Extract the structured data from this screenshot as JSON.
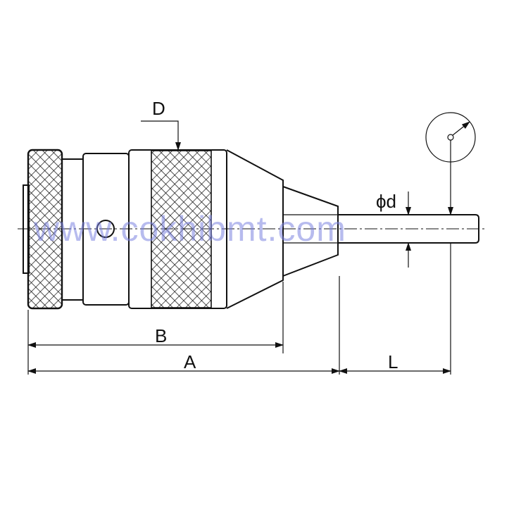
{
  "labels": {
    "D": "D",
    "phi_d": "ϕd",
    "B": "B",
    "A": "A",
    "L": "L"
  },
  "watermark": "www.cokhibmt.com",
  "colors": {
    "line": "#111111",
    "watermark": "#7b84e0",
    "background": "#ffffff"
  }
}
